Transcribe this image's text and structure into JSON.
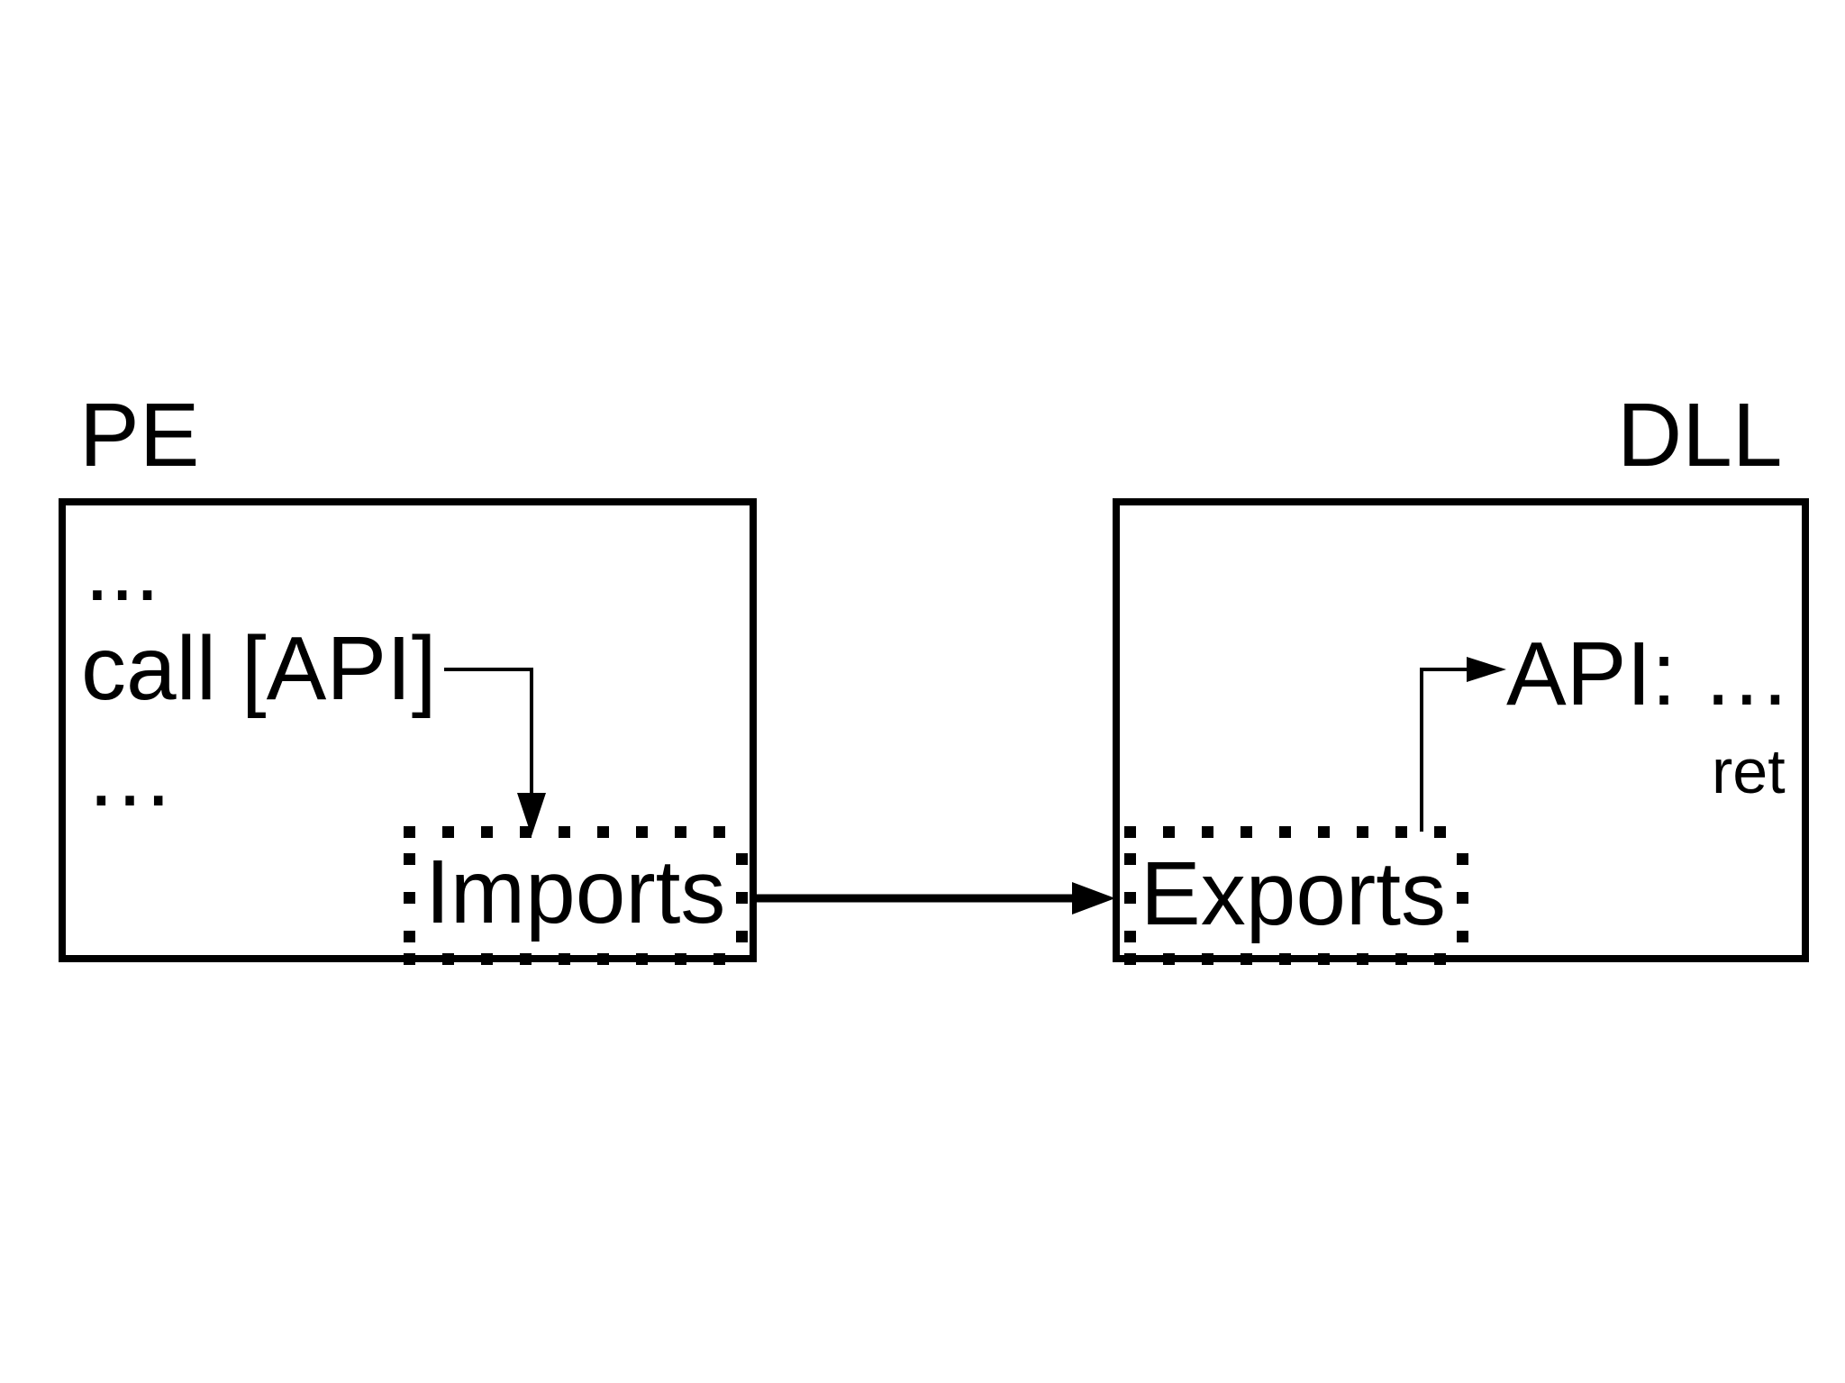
{
  "colors": {
    "ink": "#000000",
    "background": "#ffffff"
  },
  "pe_module": {
    "title": "PE",
    "code_line_1": "...",
    "code_line_2": "call [API]",
    "code_line_3": "…",
    "imports_box_label": "Imports"
  },
  "dll_module": {
    "title": "DLL",
    "api_entry": "API: …",
    "api_return": "ret",
    "exports_box_label": "Exports"
  }
}
